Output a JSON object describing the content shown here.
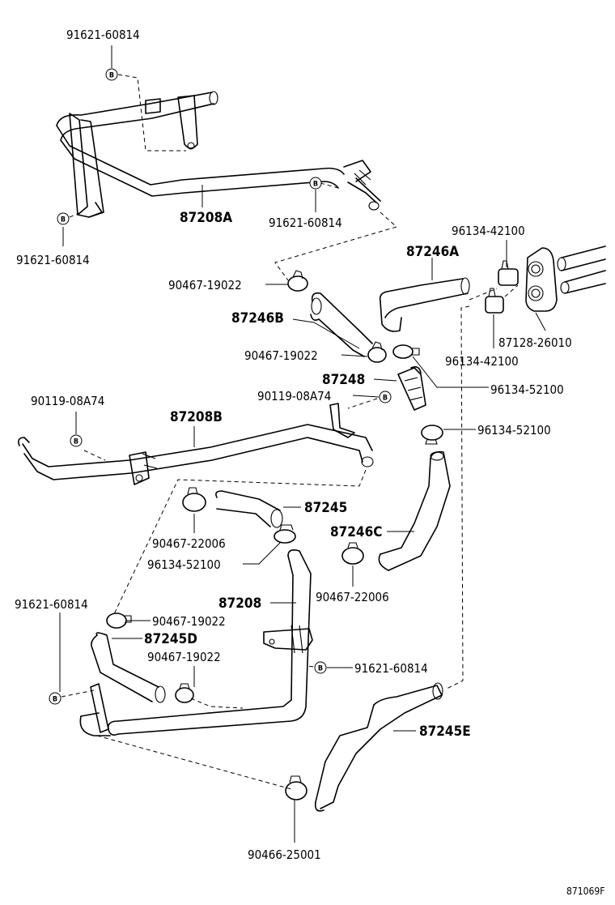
{
  "bolt_symbol": "B",
  "figure_code": "871069F",
  "labels": {
    "top_bolt": "91621-60814",
    "left_bolt": "91621-60814",
    "mid_bolt": "91621-60814",
    "pipe_a": "87208A",
    "clamp_1": "90467-19022",
    "hose_b": "87246B",
    "clamp_2": "90467-19022",
    "hose_a": "87246A",
    "clip_top": "96134-42100",
    "clip_bottom": "96134-42100",
    "connector": "87128-26010",
    "joint": "87248",
    "clip_joint": "96134-52100",
    "clip_joint2": "96134-52100",
    "bolt_l": "90119-08A74",
    "bolt_r": "90119-08A74",
    "pipe_b": "87208B",
    "hose_45": "87245",
    "clamp_22006": "90467-22006",
    "clip_52100": "96134-52100",
    "hose_c": "87246C",
    "clamp_22006b": "90467-22006",
    "bolt_low": "91621-60814",
    "pipe_main": "87208",
    "clamp_d": "90467-19022",
    "hose_d": "87245D",
    "clamp_d2": "90467-19022",
    "bolt_mid": "91621-60814",
    "hose_e": "87245E",
    "clamp_bottom": "90466-25001"
  }
}
